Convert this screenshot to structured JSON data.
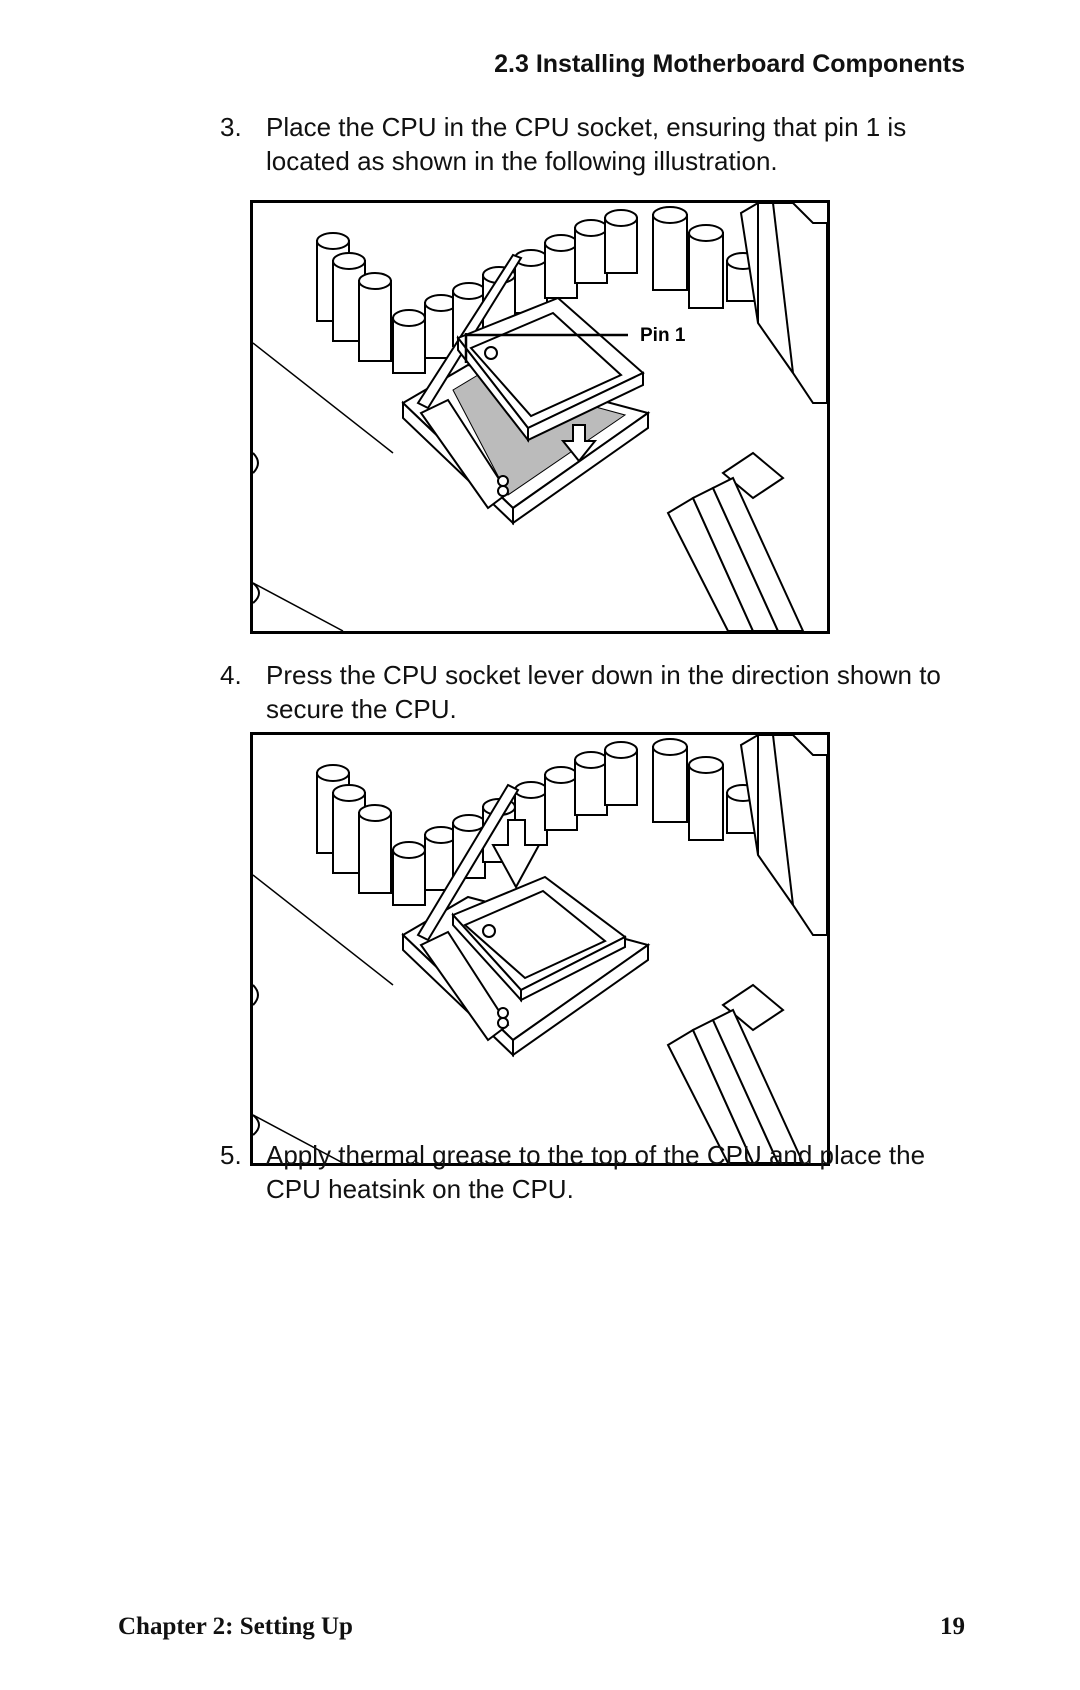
{
  "header": {
    "section_title": "2.3  Installing Motherboard Components"
  },
  "steps": [
    {
      "number": "3.",
      "text": "Place the CPU in the CPU socket, ensuring that pin 1 is located as shown in the following illustration."
    },
    {
      "number": "4.",
      "text": "Press the CPU socket lever down in the direction shown to secure the CPU."
    },
    {
      "number": "5.",
      "text": "Apply thermal grease to the top of the CPU and place the CPU heatsink on the CPU."
    }
  ],
  "figure1": {
    "pin_label": "Pin 1"
  },
  "footer": {
    "chapter": "Chapter 2: Setting Up",
    "page_number": "19"
  }
}
